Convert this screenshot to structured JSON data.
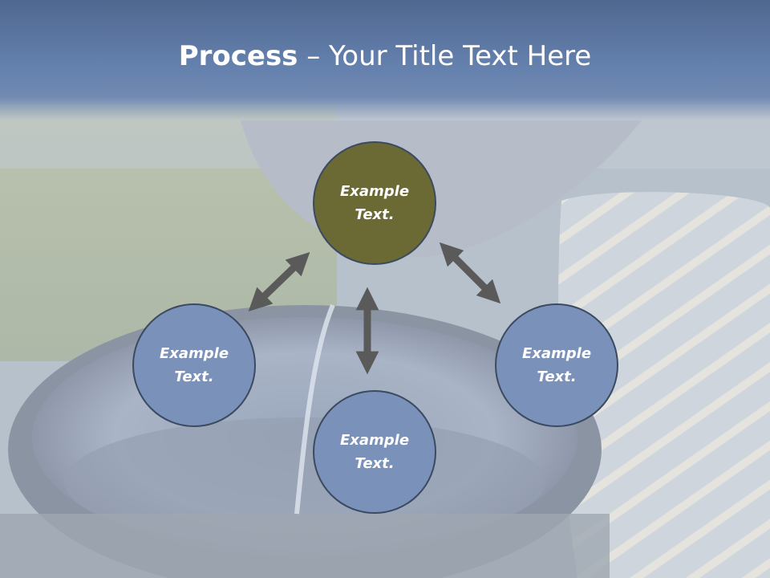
{
  "title": {
    "bold": "Process",
    "rest": " – Your Title Text Here"
  },
  "nodes": [
    {
      "label": "Example\nText.",
      "color": "#6b6a34"
    },
    {
      "label": "Example\nText.",
      "color": "#7a91ba"
    },
    {
      "label": "Example\nText.",
      "color": "#7a91ba"
    },
    {
      "label": "Example\nText.",
      "color": "#7a91ba"
    }
  ],
  "colors": {
    "title_bar": "#5b76a3",
    "arrow": "#5a5a5a",
    "node_border": "#3b4a60"
  }
}
